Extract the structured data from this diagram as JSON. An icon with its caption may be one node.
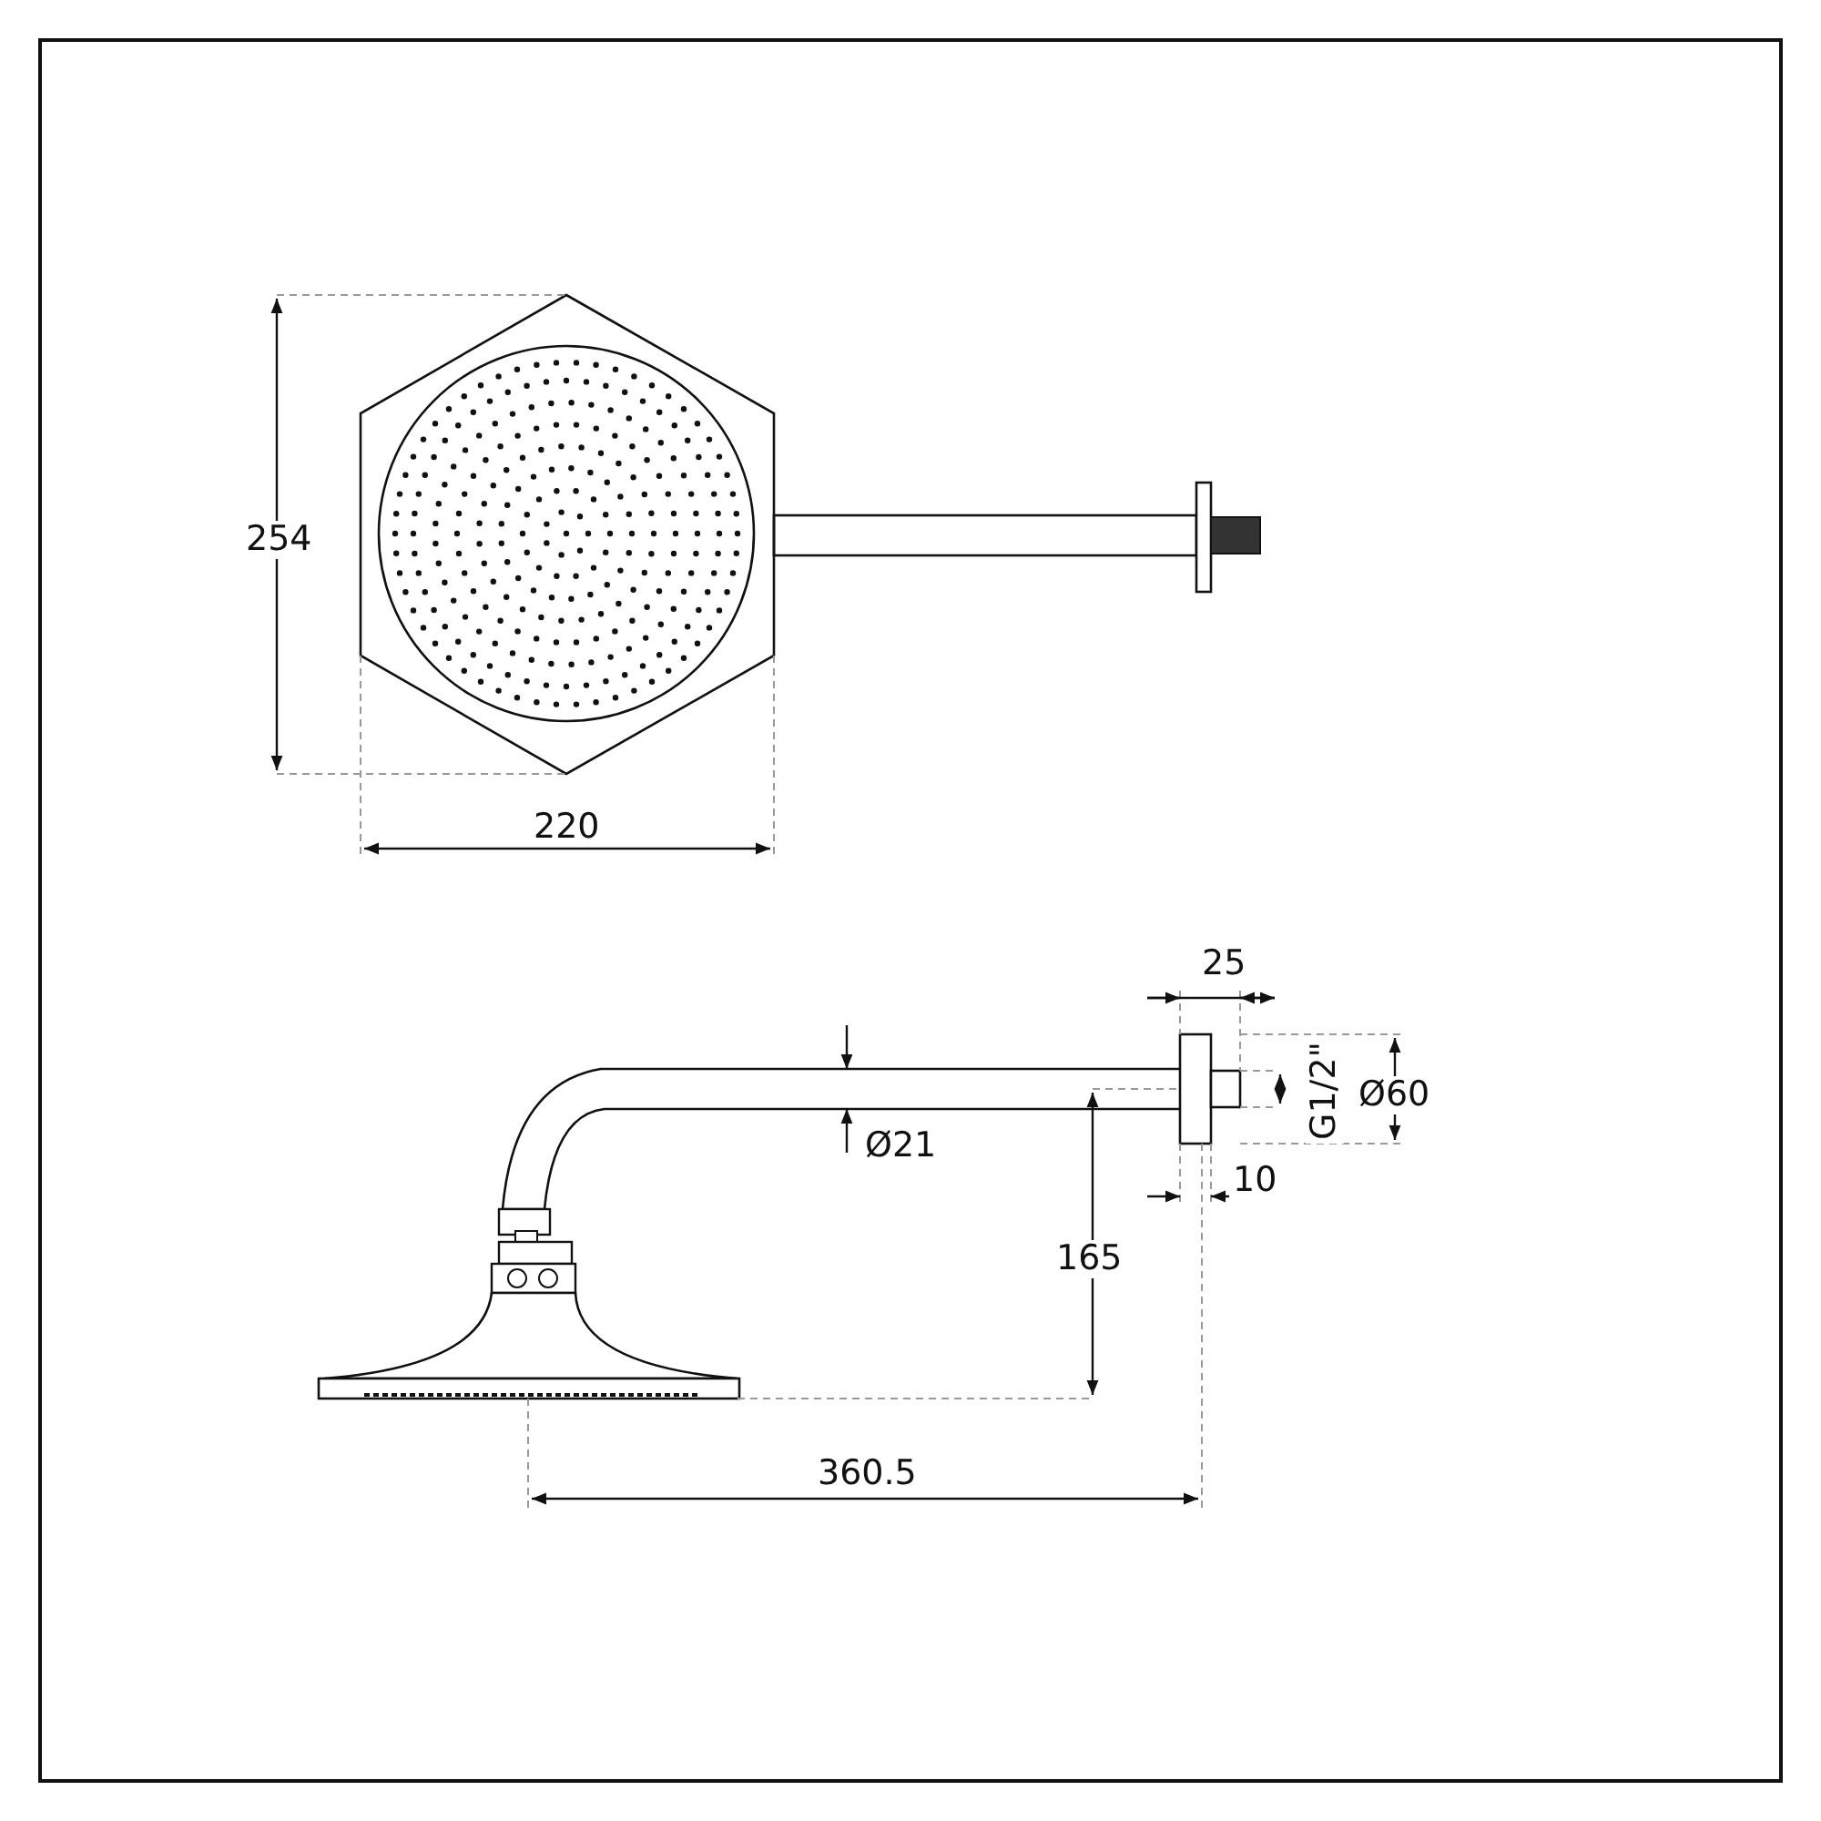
{
  "diagram": {
    "labels": [
      "254",
      "220",
      "25",
      "G1/2\"",
      "Ø60",
      "Ø21",
      "10",
      "165",
      "360.5"
    ]
  }
}
